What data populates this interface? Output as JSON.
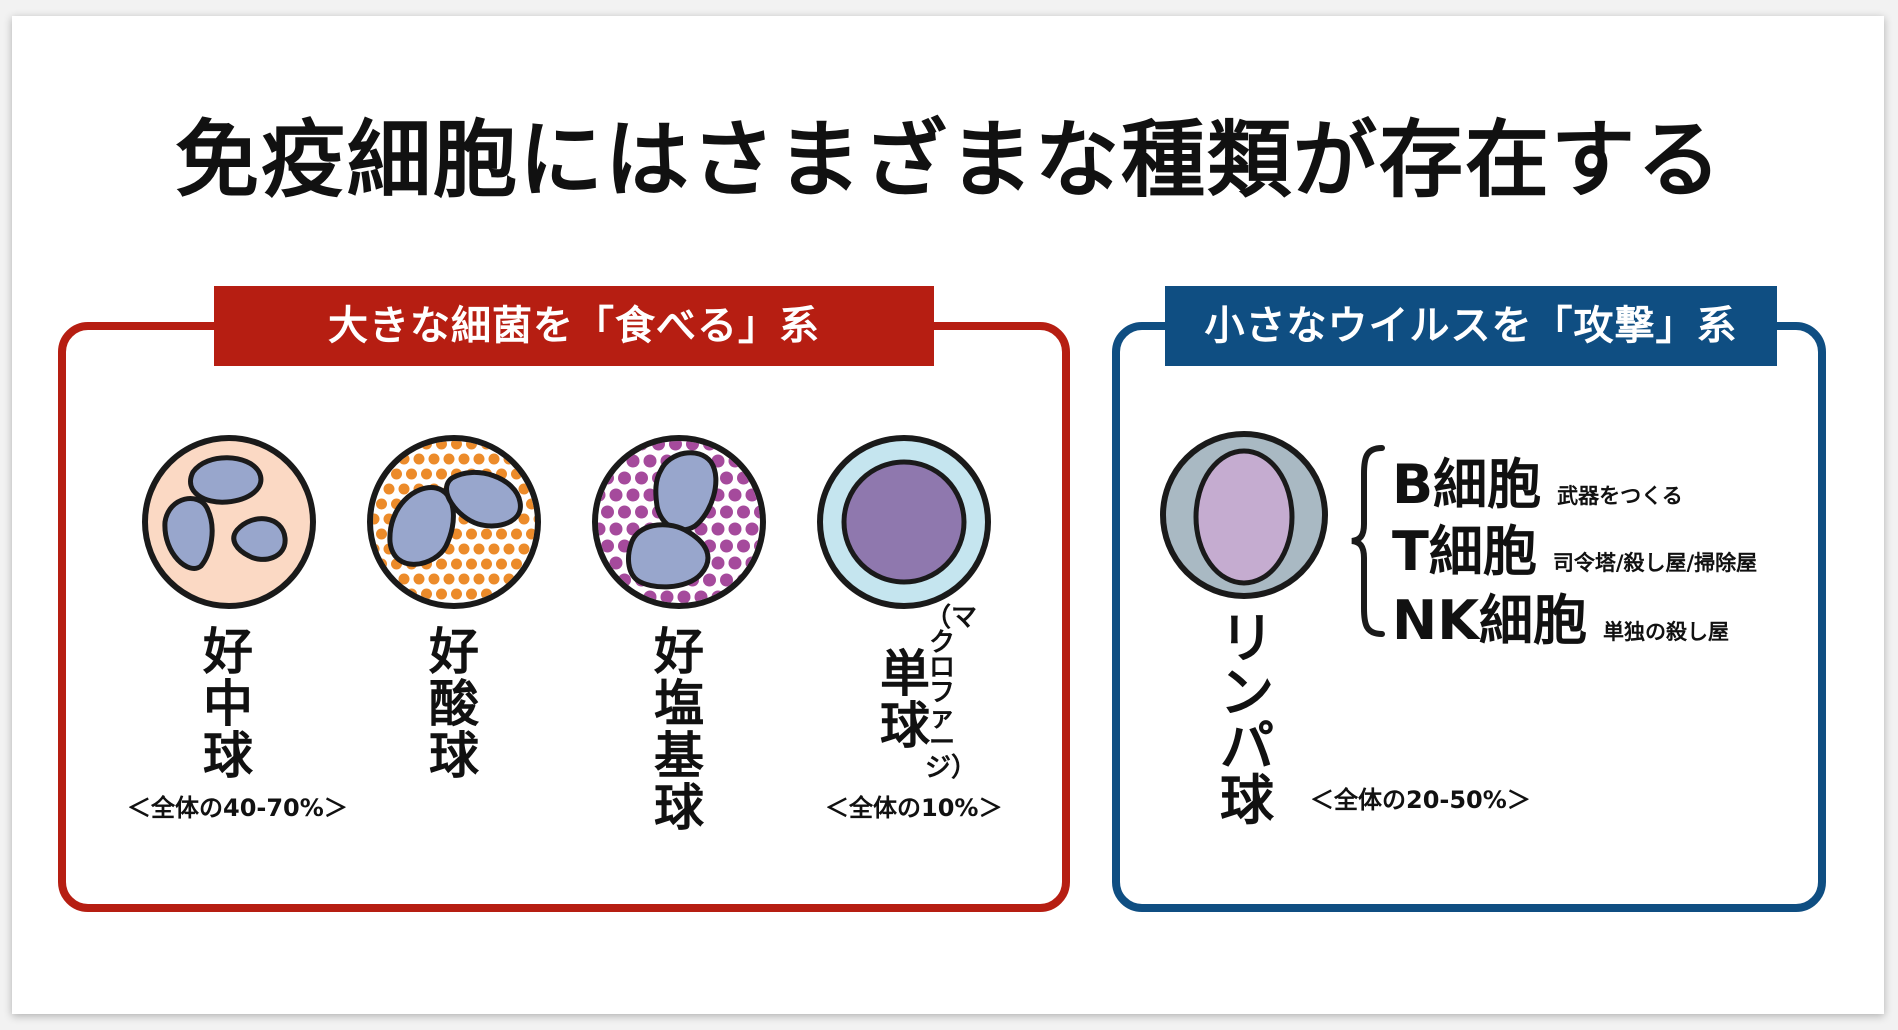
{
  "title": "免疫細胞にはさまざまな種類が存在する",
  "left_group": {
    "heading": "大きな細菌を「食べる」系",
    "cells": [
      {
        "name": "好中球",
        "percent": "＜全体の40-70%＞"
      },
      {
        "name": "好酸球"
      },
      {
        "name": "好塩基球"
      },
      {
        "name": "単球",
        "alias": "（マクロファージ）",
        "percent": "＜全体の10%＞"
      }
    ]
  },
  "right_group": {
    "heading": "小さなウイルスを「攻撃」系",
    "cell": {
      "name": "リンパ球",
      "percent": "＜全体の20-50%＞"
    },
    "subtypes": [
      {
        "name": "B細胞",
        "role": "武器をつくる"
      },
      {
        "name": "T細胞",
        "role": "司令塔/殺し屋/掃除屋"
      },
      {
        "name": "NK細胞",
        "role": "単独の殺し屋"
      }
    ]
  },
  "colors": {
    "red_accent": "#b61e12",
    "blue_accent": "#0f4e82",
    "neutrophil_bg": "#fbd9c4",
    "nucleus_blue": "#98a6cc",
    "eosinophil_granule": "#ec8b2a",
    "basophil_granule": "#a54a9c",
    "monocyte_ring": "#c5e5ef",
    "monocyte_nucleus": "#8f78ae",
    "lymphocyte_ring": "#a9b9c3",
    "lymphocyte_nucleus": "#c5acd0"
  }
}
